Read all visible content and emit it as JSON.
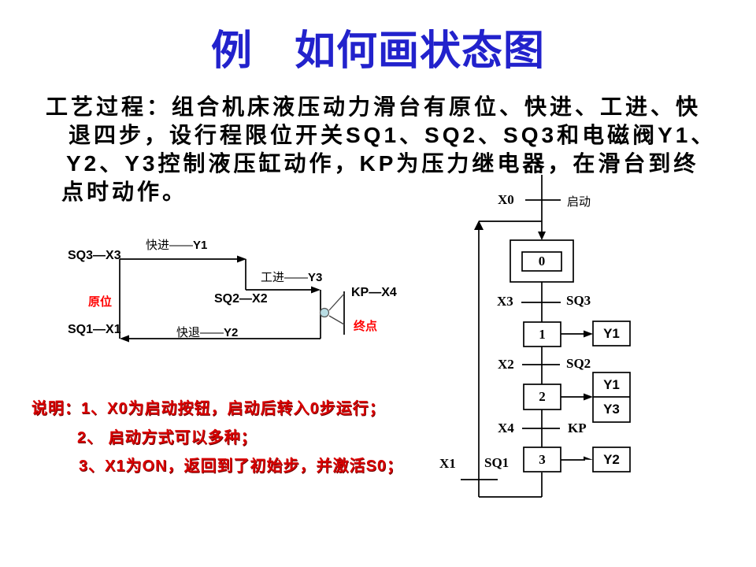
{
  "slide": {
    "title": "例　如何画状态图",
    "paragraph_lines": [
      "工艺过程：组合机床液压动力滑台有原位、快进、工进、快",
      "退四步，设行程限位开关SQ1、SQ2、SQ3和电磁阀Y1、",
      "Y2、Y3控制液压缸动作，KP为压力继电器，在滑台到终",
      "点时动作。"
    ],
    "notes": [
      "说明：1、X0为启动按钮，启动后转入0步运行；",
      "2、 启动方式可以多种；",
      "3、X1为ON，返回到了初始步，并激活S0；"
    ]
  },
  "path_diagram": {
    "fast_forward_action": "快进——",
    "fast_forward_output": "Y1",
    "work_forward_action": "工进——",
    "work_forward_output": "Y3",
    "fast_return_action": "快退——",
    "fast_return_output": "Y2",
    "limit_sq3": "SQ3—X3",
    "limit_sq2": "SQ2—X2",
    "limit_sq1": "SQ1—X1",
    "pressure_relay": "KP—X4",
    "home_label": "原位",
    "end_label": "终点"
  },
  "state_diagram": {
    "transitions": [
      {
        "left": "X0",
        "right": "启动"
      },
      {
        "left": "X3",
        "right": "SQ3"
      },
      {
        "left": "X2",
        "right": "SQ2"
      },
      {
        "left": "X4",
        "right": "KP"
      },
      {
        "left": "X1",
        "right": "SQ1"
      }
    ],
    "states": [
      "0",
      "1",
      "2",
      "3"
    ],
    "outputs": {
      "step1": "Y1",
      "step2_a": "Y1",
      "step2_b": "Y3",
      "step3": "Y2"
    }
  },
  "colors": {
    "title_blue": "#2222cc",
    "note_red": "#d90000",
    "accent_red": "#ff0000",
    "line_black": "#000000"
  }
}
